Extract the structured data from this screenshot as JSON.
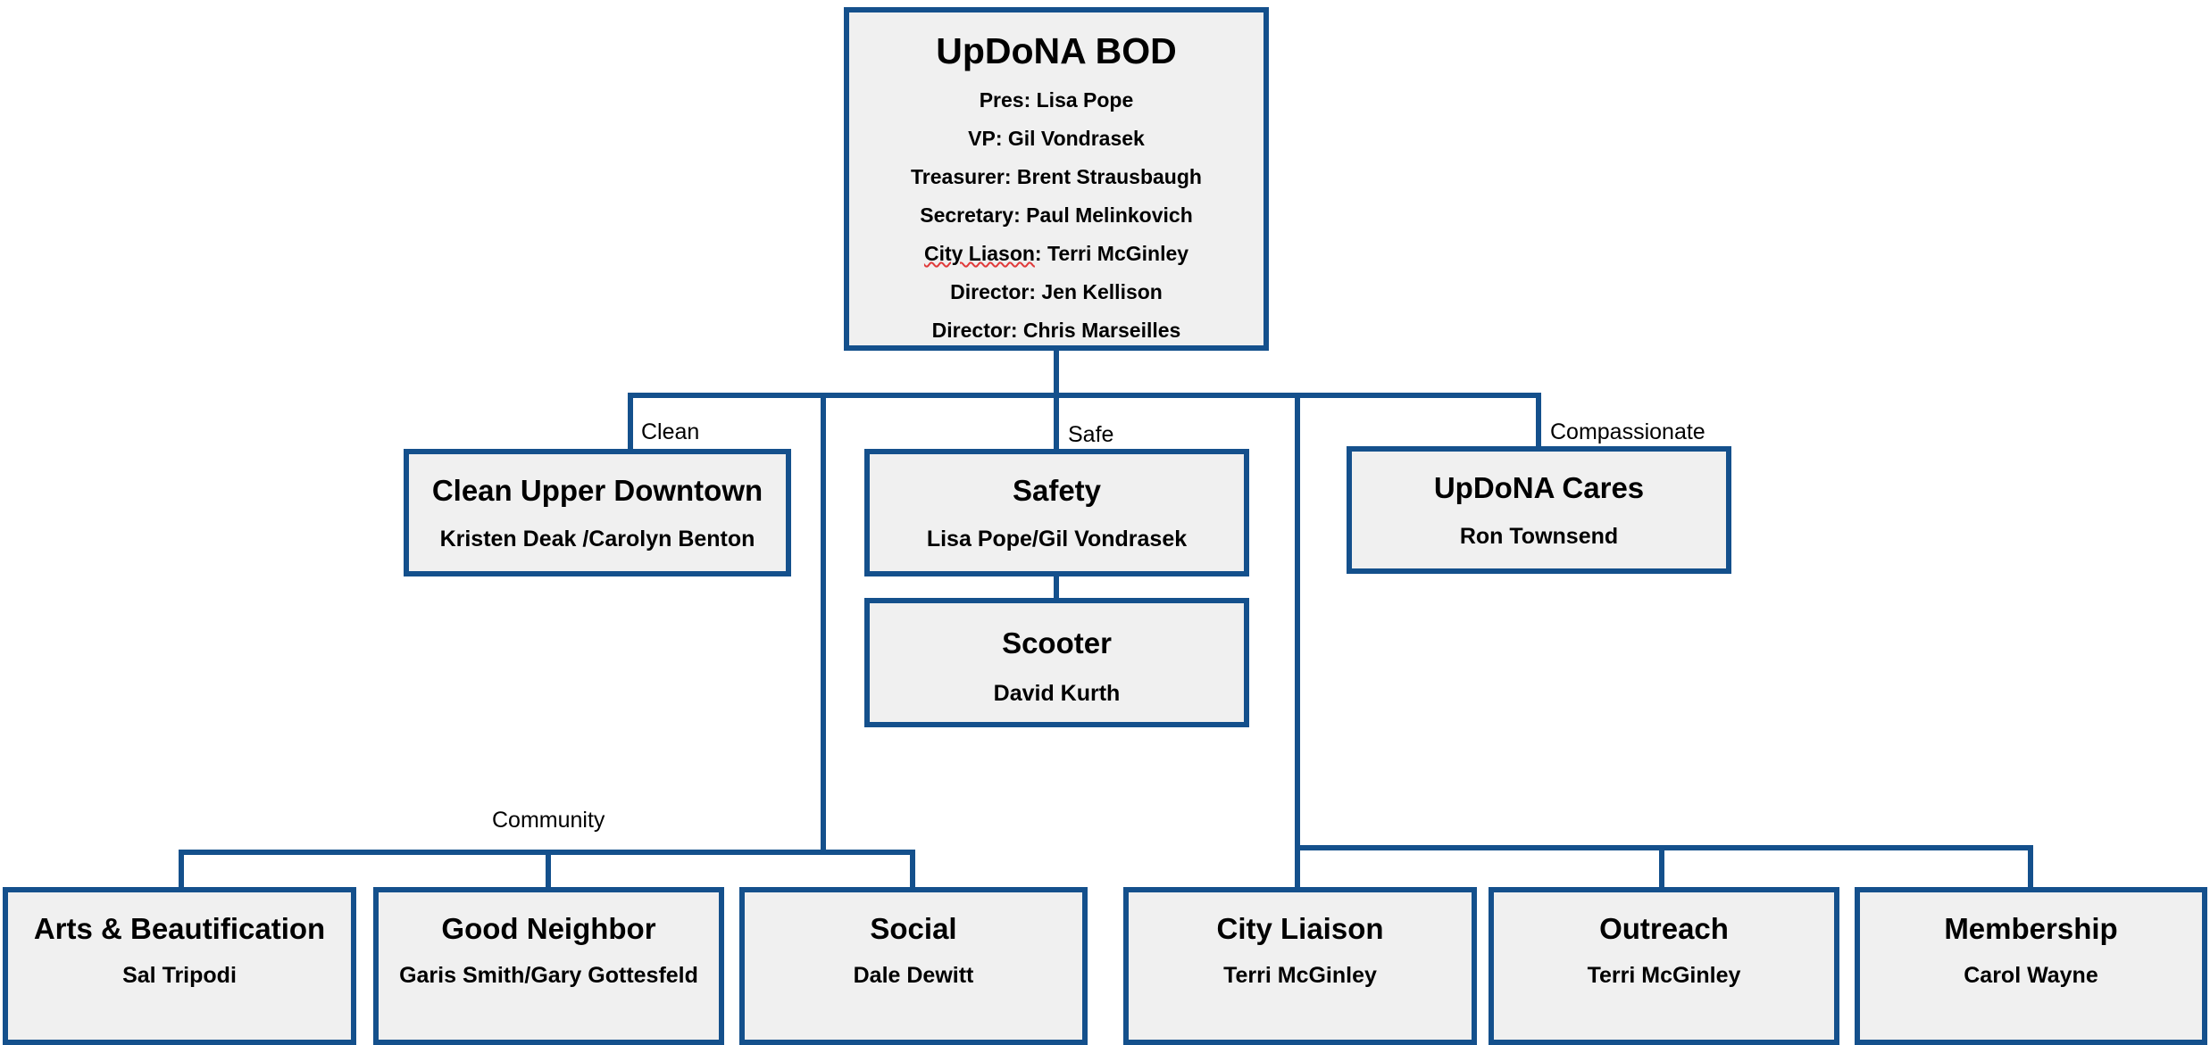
{
  "chart": {
    "type": "org-chart",
    "colors": {
      "border": "#14508c",
      "fill": "#f0f0f0",
      "text": "#000000",
      "background": "#ffffff",
      "spellcheck_underline": "#e03a3a"
    }
  },
  "root": {
    "title": "UpDoNA BOD",
    "roster": [
      "Pres: Lisa Pope",
      "VP: Gil Vondrasek",
      "Treasurer: Brent Strausbaugh",
      "Secretary: Paul Melinkovich",
      "Director: Jen Kellison",
      "Director: Chris Marseilles"
    ],
    "city_liason_label": "City Liason",
    "city_liason_misspelled_word": "Liason",
    "city_liason_value": ":  Terri McGinley"
  },
  "branch_labels": {
    "clean": "Clean",
    "safe": "Safe",
    "compassionate": "Compassionate",
    "community": "Community"
  },
  "nodes": {
    "clean_upper_downtown": {
      "title": "Clean Upper Downtown",
      "person": "Kristen Deak /Carolyn Benton"
    },
    "safety": {
      "title": "Safety",
      "person": "Lisa Pope/Gil Vondrasek"
    },
    "scooter": {
      "title": "Scooter",
      "person": "David Kurth"
    },
    "updona_cares": {
      "title": "UpDoNA Cares",
      "person": "Ron Townsend"
    },
    "arts_beautification": {
      "title": "Arts & Beautification",
      "person": "Sal Tripodi"
    },
    "good_neighbor": {
      "title": "Good Neighbor",
      "person": "Garis Smith/Gary Gottesfeld"
    },
    "social": {
      "title": "Social",
      "person": "Dale Dewitt"
    },
    "city_liaison": {
      "title": "City Liaison",
      "person": "Terri McGinley"
    },
    "outreach": {
      "title": "Outreach",
      "person": "Terri McGinley"
    },
    "membership": {
      "title": "Membership",
      "person": "Carol Wayne"
    }
  }
}
